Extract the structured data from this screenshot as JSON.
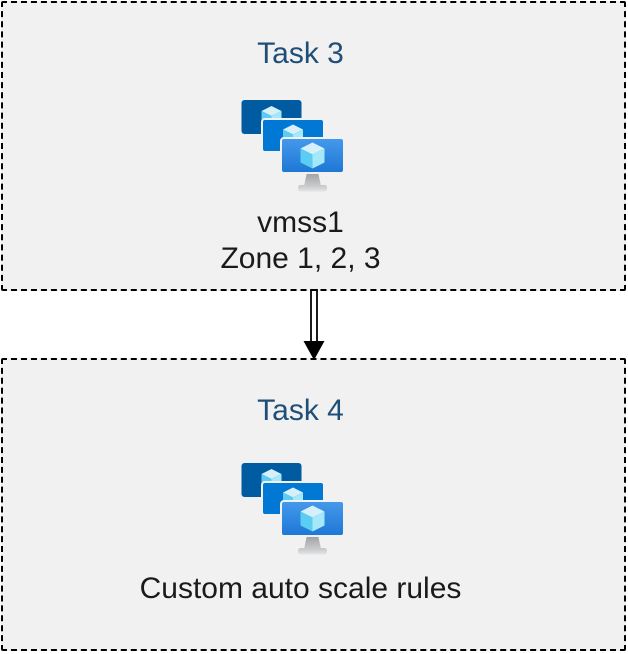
{
  "diagram": {
    "tasks": [
      {
        "title": "Task 3",
        "icon": "vm-scale-sets-icon",
        "labels": [
          "vmss1",
          "Zone 1, 2, 3"
        ]
      },
      {
        "title": "Task 4",
        "icon": "vm-scale-sets-icon",
        "labels": [
          "Custom auto scale rules"
        ]
      }
    ],
    "connector": {
      "direction": "down",
      "style": "double-line-arrow"
    },
    "palette": {
      "box_background": "#f1f1f1",
      "box_border": "#000000",
      "title_color": "#1f4e79",
      "label_color": "#1a1a1a",
      "arrow_color": "#000000",
      "monitor_back": "#005ba1",
      "monitor_middle": "#0078d4",
      "monitor_front_top": "#469aec",
      "monitor_front_bottom": "#1c77d4",
      "cube_top": "#d5f0fb",
      "cube_left": "#5bccf2",
      "cube_right": "#a5e8fa",
      "stand_neck": "#aaacae",
      "stand_base": "#d9dadb"
    }
  }
}
